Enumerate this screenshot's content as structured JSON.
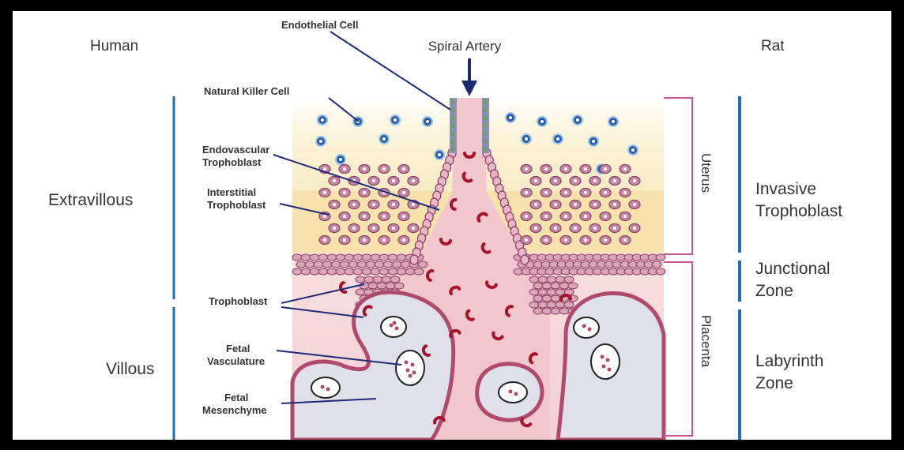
{
  "headers": {
    "left": "Human",
    "right": "Rat",
    "top": "Spiral Artery"
  },
  "left_categories": {
    "extravillous": "Extravillous",
    "villous": "Villous"
  },
  "right_categories": {
    "invasive_line1": "Invasive",
    "invasive_line2": "Trophoblast",
    "junctional_line1": "Junctional",
    "junctional_line2": "Zone",
    "labyrinth_line1": "Labyrinth",
    "labyrinth_line2": "Zone"
  },
  "regions": {
    "uterus": "Uterus",
    "placenta": "Placenta"
  },
  "labels": {
    "endothelial_cell": "Endothelial Cell",
    "natural_killer_cell": "Natural Killer Cell",
    "endovascular_1": "Endovascular",
    "endovascular_2": "Trophoblast",
    "interstitial_1": "Interstitial",
    "interstitial_2": "Trophoblast",
    "trophoblast": "Trophoblast",
    "fetal_vasc_1": "Fetal",
    "fetal_vasc_2": "Vasculature",
    "fetal_mes_1": "Fetal",
    "fetal_mes_2": "Mesenchyme"
  },
  "colors": {
    "blue_bar": "#1f6fb5",
    "pink_bracket": "#c8588f",
    "arrow": "#1e2a6e",
    "leader": "#1e2a78",
    "uterus_bg": "#fbf4dc",
    "band_bg": "#f7e3b0",
    "placenta_bg": "#f6d7d7",
    "villus_fill": "#dfe0ea",
    "cell": "#b04a6c"
  }
}
